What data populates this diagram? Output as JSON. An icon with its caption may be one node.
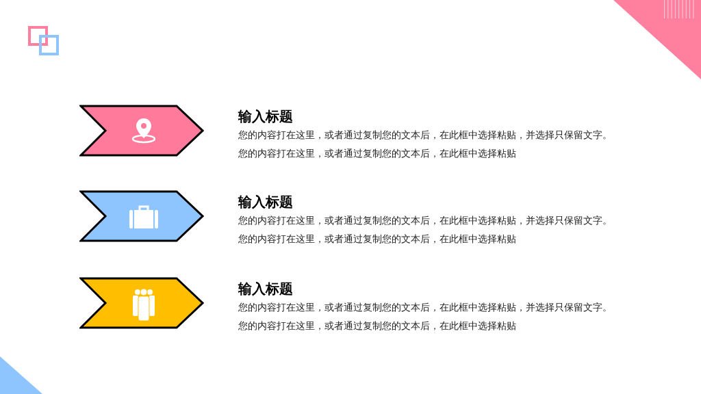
{
  "diagram": {
    "nodes": [
      {
        "text": [],
        "shape": "chevron",
        "beside": [
          "输入标题",
          "您的内容打在这里，或者通过复制您的文本后，在此框中选择粘贴，并选择只保留文字。您的内容打在这里，或者通过复制您的文本后，在此框中选择粘贴"
        ]
      },
      {
        "text": [],
        "shape": "chevron",
        "beside": [
          "输入标题",
          "您的内容打在这里，或者通过复制您的文本后，在此框中选择粘贴，并选择只保留文字。您的内容打在这里，或者通过复制您的文本后，在此框中选择粘贴"
        ]
      },
      {
        "text": [],
        "shape": "chevron",
        "beside": [
          "输入标题",
          "您的内容打在这里，或者通过复制您的文本后，在此框中选择粘贴，并选择只保留文字。您的内容打在这里，或者通过复制您的文本后，在此框中选择粘贴"
        ]
      }
    ]
  }
}
